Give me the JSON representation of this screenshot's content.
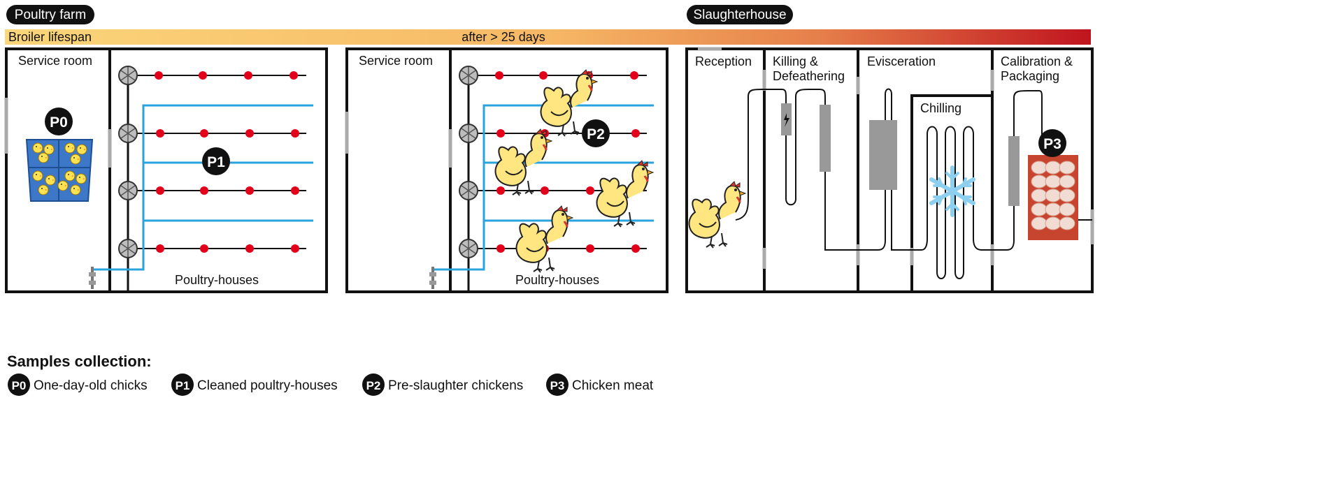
{
  "headers": {
    "farm": "Poultry farm",
    "slaughterhouse": "Slaughterhouse"
  },
  "timeline": {
    "label_left": "Broiler lifespan",
    "label_center": "after > 25 days"
  },
  "farm_panels": [
    {
      "service_room": "Service room",
      "poultry_houses": "Poultry-houses"
    },
    {
      "service_room": "Service room",
      "poultry_houses": "Poultry-houses"
    }
  ],
  "slaughter_rooms": {
    "reception": "Reception",
    "killing": [
      "Killing &",
      "Defeathering"
    ],
    "evisceration": "Evisceration",
    "chilling": "Chilling",
    "calibration": [
      "Calibration &",
      "Packaging"
    ]
  },
  "sample_markers": {
    "p0": "P0",
    "p1": "P1",
    "p2": "P2",
    "p3": "P3"
  },
  "legend": {
    "title": "Samples collection:",
    "items": [
      {
        "code": "P0",
        "label": "One-day-old chicks"
      },
      {
        "code": "P1",
        "label": "Cleaned poultry-houses"
      },
      {
        "code": "P2",
        "label": "Pre-slaughter chickens"
      },
      {
        "code": "P3",
        "label": "Chicken meat"
      }
    ]
  },
  "colors": {
    "timeline_start": "#fbd67a",
    "timeline_mid": "#f3a55d",
    "timeline_end": "#c0141e",
    "water_line": "#29a3dd",
    "feeder_dot": "#e3001b",
    "chicken_body": "#ffe680",
    "comb": "#d9342b",
    "crate": "#3d78c8",
    "meat_tray": "#c7452f",
    "snowflake": "#8ccfee"
  },
  "icons": [
    "fan-icon",
    "chicken-icon",
    "chick-crate-icon",
    "snowflake-icon",
    "lightning-icon",
    "meat-tray-icon"
  ]
}
